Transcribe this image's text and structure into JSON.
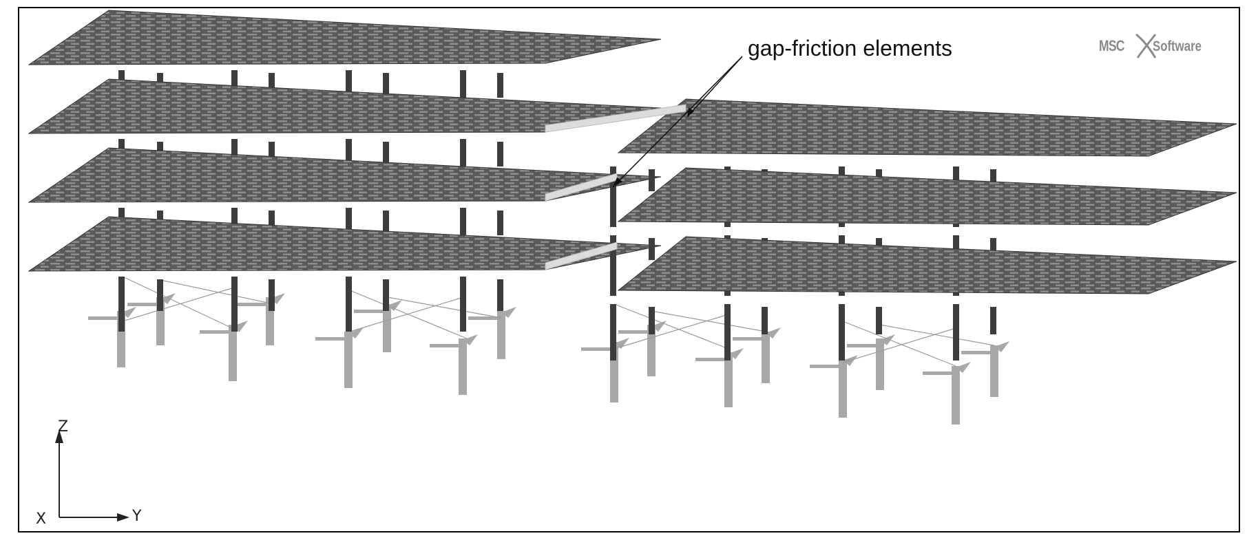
{
  "annotation": {
    "label": "gap-friction elements"
  },
  "logo": {
    "brand_left": "MSC",
    "brand_right": "Software"
  },
  "triad": {
    "z_label": "Z",
    "y_label": "Y",
    "x_label": "X"
  },
  "colors": {
    "slab": "#595959",
    "slab_pattern": "#8c8c8c",
    "column": "#3d3d3d",
    "pile": "#a8a8a8",
    "gap": "#dcdcdc",
    "brace": "#9a9a9a"
  }
}
